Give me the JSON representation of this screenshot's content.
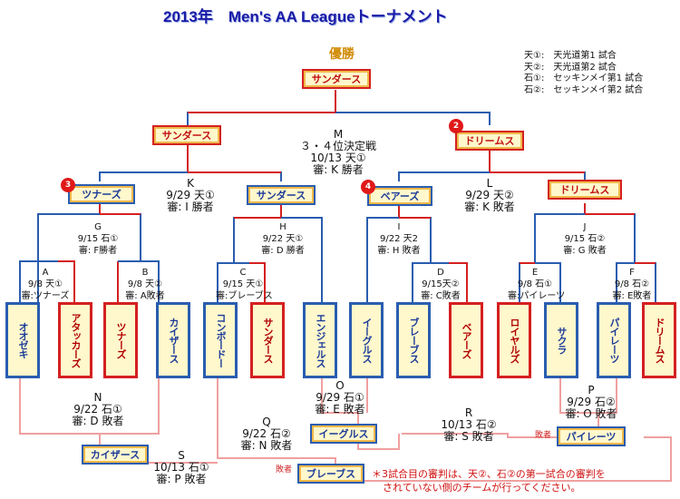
{
  "title": "2013年　Men's AA Leagueトーナメント",
  "champion_label": "優勝",
  "legend": [
    "天①:　天光道第1 試合",
    "天②:　天光道第2 試合",
    "石①:　セッキンメイ第1 試合",
    "石②:　セッキンメイ第2 試合"
  ],
  "winners": {
    "champion": "サンダース",
    "left_final": "サンダース",
    "right_final": "ドリームス",
    "k_left": "ツナーズ",
    "k_right": "サンダース",
    "l_left": "ベアーズ",
    "l_right": "ドリームス",
    "o_winner": "イーグルス",
    "p_winner": "パイレーツ",
    "n_winner": "カイザース",
    "q_winner": "ブレーブス"
  },
  "badges": {
    "k_left": "3",
    "l_left": "4",
    "right_final": "2"
  },
  "teams": [
    "オオゼキ",
    "アタッカーズ",
    "ツナーズ",
    "カイザース",
    "コンボードー",
    "サンダース",
    "エンジェルス",
    "イーグルス",
    "ブレーブス",
    "ベアーズ",
    "ロイヤルズ",
    "サクラ",
    "パイレーツ",
    "ドリームス"
  ],
  "matches": {
    "M": {
      "id": "M",
      "lines": [
        "３・４位決定戦",
        "10/13 天①",
        "審:  K 勝者"
      ]
    },
    "K": {
      "id": "K",
      "lines": [
        "9/29 天①",
        "審:  I  勝者"
      ]
    },
    "L": {
      "id": "L",
      "lines": [
        "9/29 天②",
        "審:  K 敗者"
      ]
    },
    "G": {
      "id": "G",
      "lines": [
        "9/15 石①",
        "審:  F勝者"
      ]
    },
    "H": {
      "id": "H",
      "lines": [
        "9/22 天①",
        "審:  D 勝者"
      ]
    },
    "I": {
      "id": "I",
      "lines": [
        "9/22 天2",
        "審:  H 敗者"
      ]
    },
    "J": {
      "id": "J",
      "lines": [
        "9/15 石②",
        "審:  G 敗者"
      ]
    },
    "A": {
      "id": "A",
      "lines": [
        "9/8 天①",
        "審:ツナーズ"
      ]
    },
    "B": {
      "id": "B",
      "lines": [
        "9/8 天②",
        "審:  A敗者"
      ]
    },
    "C": {
      "id": "C",
      "lines": [
        "9/15 天①",
        "審:ブレーブス"
      ]
    },
    "D": {
      "id": "D",
      "lines": [
        "9/15天②",
        "審:  C敗者"
      ]
    },
    "E": {
      "id": "E",
      "lines": [
        "9/8 石①",
        "審:パイレーツ"
      ]
    },
    "F": {
      "id": "F",
      "lines": [
        "9/8  石②",
        "審:  E敗者"
      ]
    },
    "N": {
      "id": "N",
      "lines": [
        "9/22 石①",
        "審:  D 敗者"
      ]
    },
    "O": {
      "id": "O",
      "lines": [
        "9/29 石①",
        "審:  E 敗者"
      ]
    },
    "P": {
      "id": "P",
      "lines": [
        "9/29 石②",
        "審:  O 敗者"
      ]
    },
    "Q": {
      "id": "Q",
      "lines": [
        "9/22 石②",
        "審:  N 敗者"
      ]
    },
    "R": {
      "id": "R",
      "lines": [
        "10/13 石②",
        "審:  S 敗者"
      ]
    },
    "S": {
      "id": "S",
      "lines": [
        "10/13 石①",
        "審:  P 敗者"
      ]
    }
  },
  "loser_tags": [
    "敗者",
    "敗者"
  ],
  "footer": [
    "＊3試合目の審判は、天②、石②の第一試合の審判を",
    "されていない側のチームが行ってください。"
  ],
  "colors": {
    "red": "#d42020",
    "blue": "#2a5db0",
    "fill": "#fff8cc",
    "loser_line": "#f0a0a0",
    "title": "#1a1aa6"
  }
}
